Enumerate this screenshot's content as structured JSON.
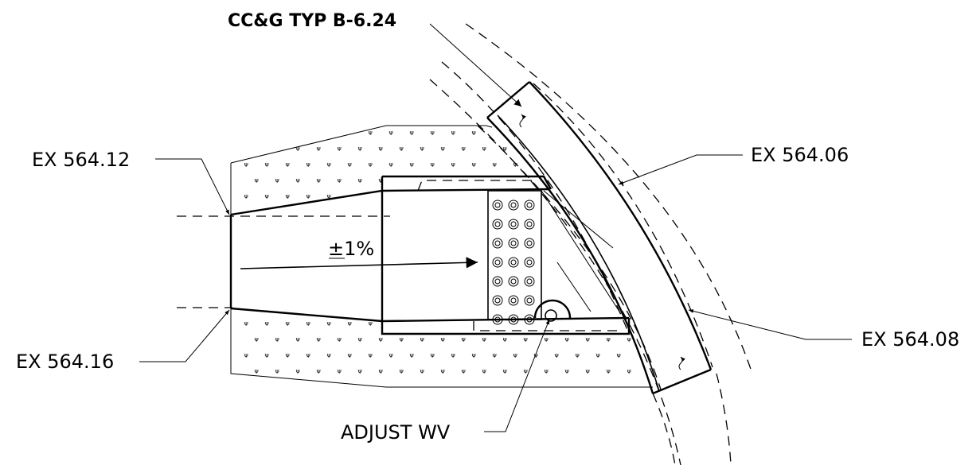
{
  "labels": {
    "top_callout": "CC&G TYP B-6.24",
    "ex_top_left": "EX 564.12",
    "ex_bottom_left": "EX 564.16",
    "ex_top_right": "EX 564.06",
    "ex_bottom_right": "EX 564.08",
    "slope": "±1%",
    "adjust": "ADJUST WV"
  },
  "symbols": {
    "grass_glyph": "ᴪ",
    "flow_glyph": "~"
  }
}
